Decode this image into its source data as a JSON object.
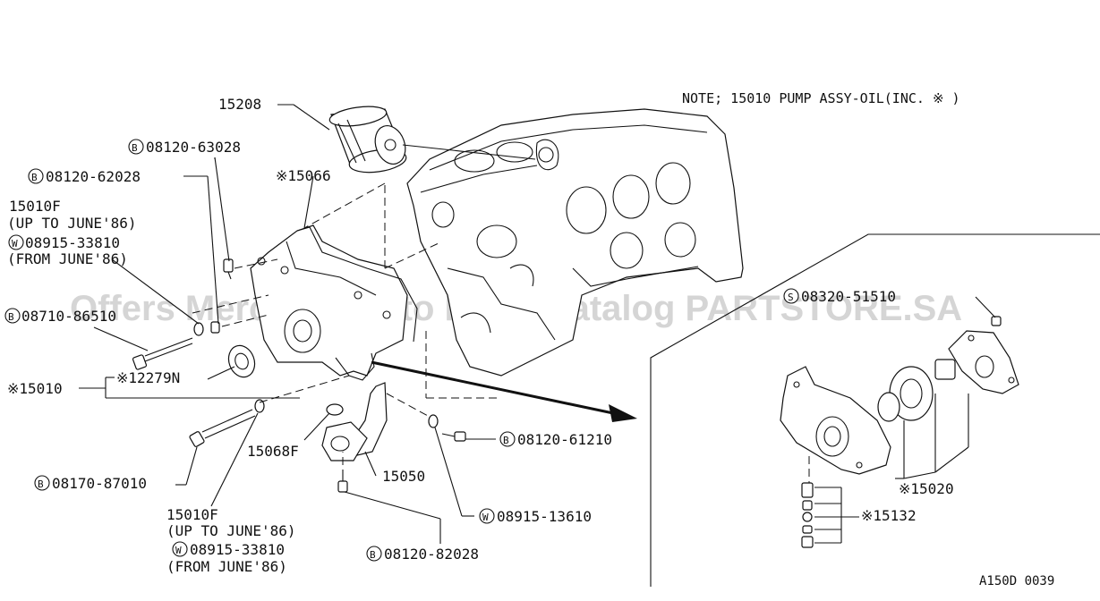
{
  "note": "NOTE; 15010 PUMP ASSY-OIL(INC. ※ )",
  "watermark": "Offers Merchant Auto Parts Catalog PARTSTORE.SA",
  "diagram_code": "A150D 0039",
  "labels": {
    "oil_filter": "15208",
    "bolt_63028": "08120-63028",
    "bolt_62028": "08120-62028",
    "gasket_15066": "※15066",
    "p15010f_a": "15010F",
    "p15010f_a_note": "(UP TO JUNE'86)",
    "washer_33810_a": "08915-33810",
    "washer_33810_a_note": "(FROM JUNE'86)",
    "bolt_86510": "08710-86510",
    "pump_15010": "※15010",
    "seal_12279n": "※12279N",
    "gasket_15068f": "15068F",
    "bolt_87010": "08170-87010",
    "p15010f_b": "15010F",
    "p15010f_b_note": "(UP TO JUNE'86)",
    "washer_33810_b": "08915-33810",
    "washer_33810_b_note": "(FROM JUNE'86)",
    "strainer_15050": "15050",
    "bolt_61210": "08120-61210",
    "washer_13610": "08915-13610",
    "bolt_82028": "08120-82028",
    "bolt_51510": "08320-51510",
    "gear_15020": "※15020",
    "relief_15132": "※15132"
  },
  "prefix": {
    "bolt": "B",
    "washer": "W",
    "screw": "S"
  }
}
